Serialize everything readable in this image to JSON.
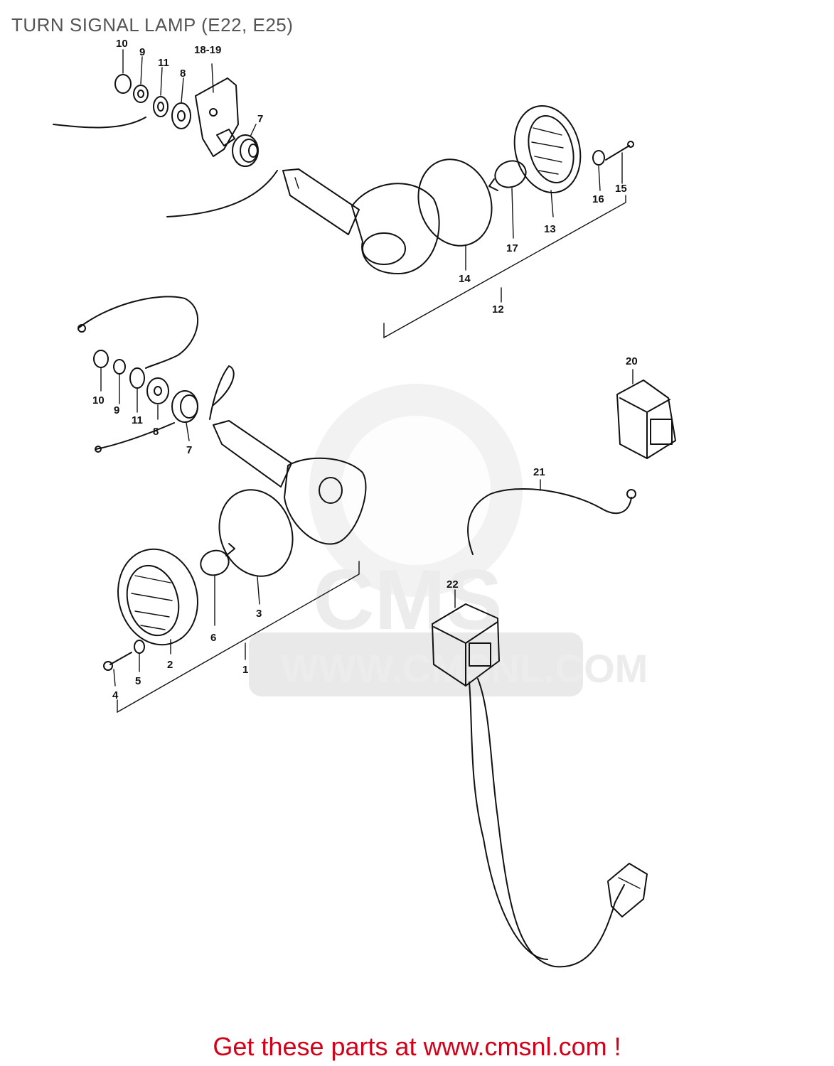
{
  "title": "TURN SIGNAL LAMP (E22, E25)",
  "footer": "Get these parts at www.cmsnl.com !",
  "watermark": {
    "brand": "CMS",
    "url": "WWW.CMSNL.COM"
  },
  "colors": {
    "footer": "#d4001a",
    "title": "#555555",
    "ink": "#111111",
    "watermark": "#e9e9e9"
  },
  "labels": {
    "p1": "1",
    "p2": "2",
    "p3": "3",
    "p4": "4",
    "p5": "5",
    "p6": "6",
    "p7": "7",
    "p7b": "7",
    "p8": "8",
    "p8b": "8",
    "p9": "9",
    "p9b": "9",
    "p10": "10",
    "p10b": "10",
    "p11": "11",
    "p11b": "11",
    "p12": "12",
    "p13": "13",
    "p14": "14",
    "p15": "15",
    "p16": "16",
    "p17": "17",
    "p18": "18-19",
    "p20": "20",
    "p21": "21",
    "p22": "22"
  }
}
